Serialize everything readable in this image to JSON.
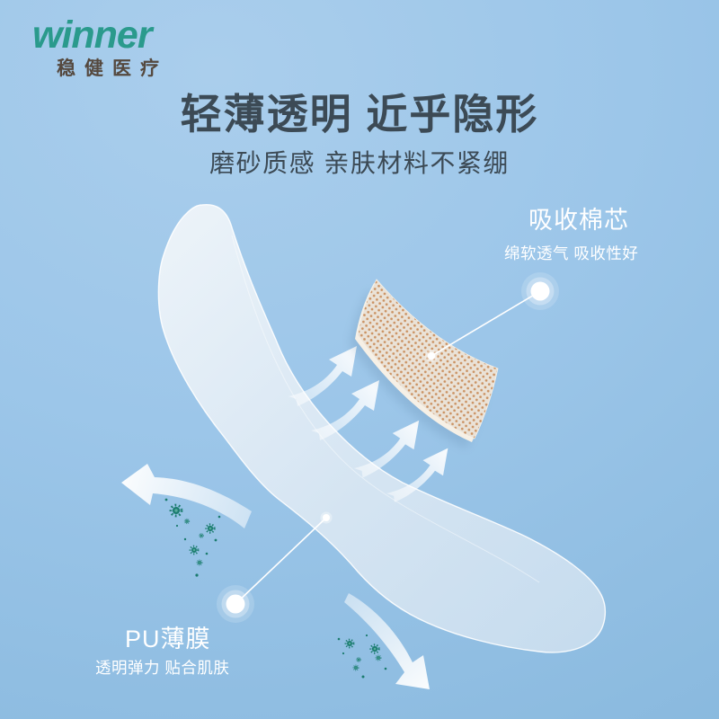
{
  "brand": {
    "logo": "winner",
    "tagline": "稳健医疗"
  },
  "heading": {
    "title": "轻薄透明 近乎隐形",
    "subtitle": "磨砂质感 亲肤材料不紧绷"
  },
  "callouts": {
    "cotton_core": {
      "title": "吸收棉芯",
      "desc": "绵软透气 吸收性好"
    },
    "pu_film": {
      "title": "PU薄膜",
      "desc": "透明弹力 贴合肌肤"
    }
  },
  "icons": {
    "airflow-arrow": "curved white arrow pointing up-right (breathability), 4 repeats",
    "escape-arrow-left": "large white swoosh arrow pointing left",
    "escape-arrow-down": "large white swoosh arrow pointing down-right",
    "germ-cluster": "teal spiky microbe dots, 2 clusters",
    "callout-dot": "white endpoint dot with leader line and halo circle"
  },
  "colors": {
    "background": "#9cc6e9",
    "bg_light": "#aacEec",
    "bg_dark": "#89b9de",
    "accent_green": "#2a9a8c",
    "tagline_text": "#55493f",
    "title_text": "#3c4a55",
    "label_text": "#ffffff",
    "bandage_film": "#dde9f4",
    "pad_base": "#eae2d7",
    "pad_dot": "#cb9262",
    "germ_teal": "#1b7c6f",
    "arrow_white": "#ffffff"
  }
}
